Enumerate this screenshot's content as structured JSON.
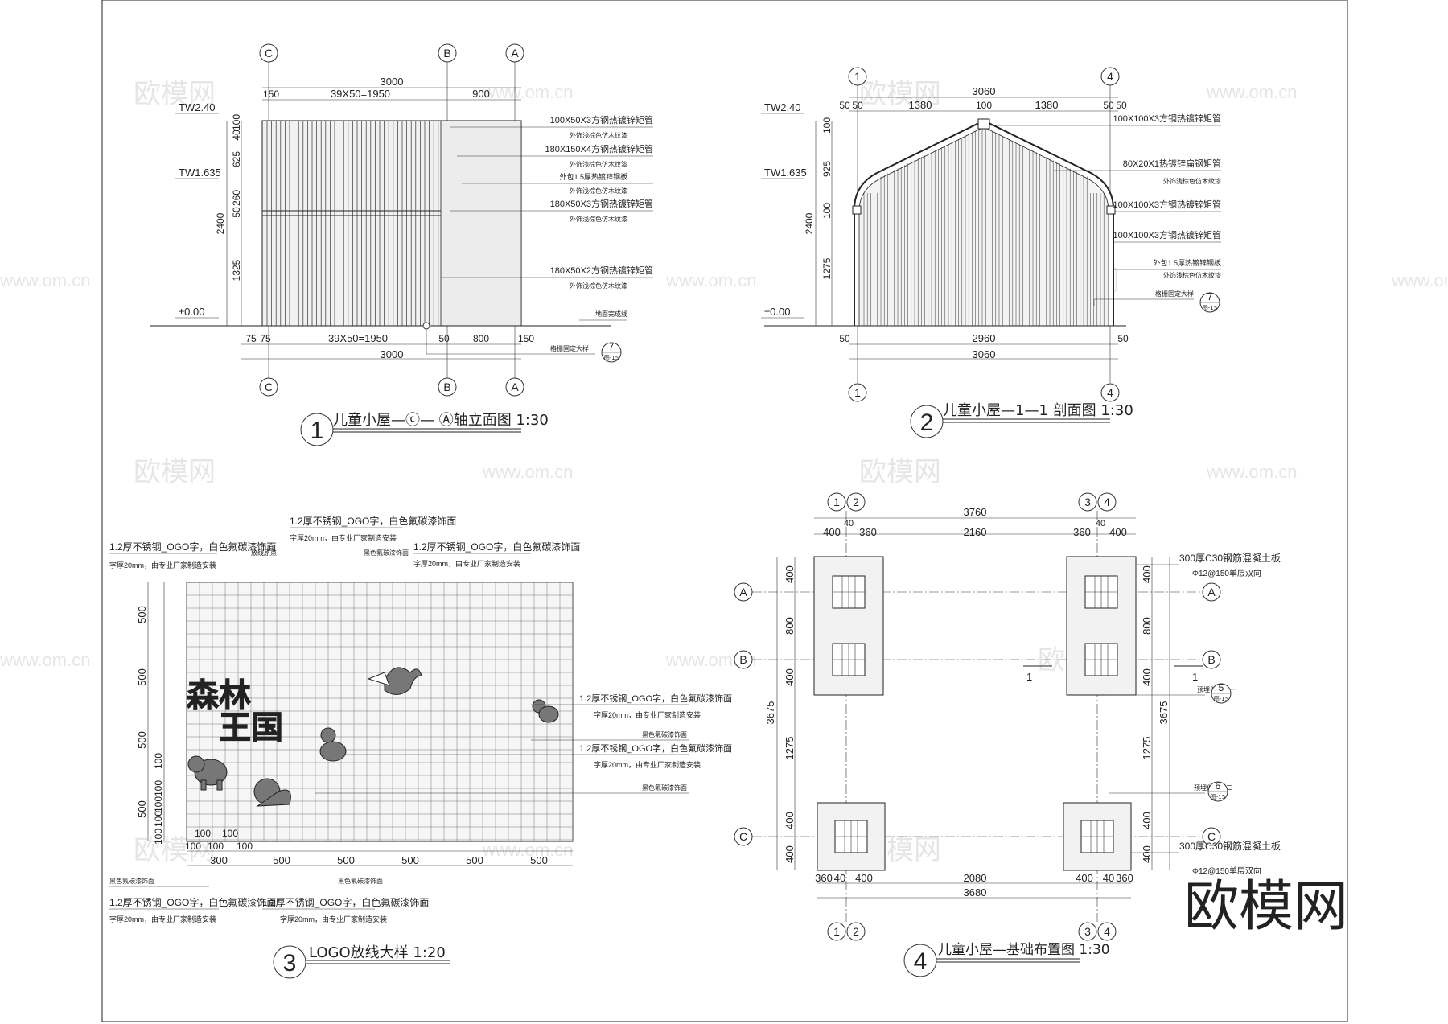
{
  "brand": {
    "logo_text": "欧模网",
    "watermark_url": "www.om.cn",
    "watermark_text": "欧模网"
  },
  "drawing1": {
    "title": "儿童小屋—ⓒ— Ⓐ轴立面图 1:30",
    "number": "1",
    "axes": [
      "C",
      "B",
      "A"
    ],
    "levels": [
      "TW2.40",
      "TW1.635",
      "±0.00"
    ],
    "top_dims": {
      "overall": "3000",
      "d1": "150",
      "d2": "39X50=1950",
      "d3": "900"
    },
    "bottom_dims": {
      "overall": "3000",
      "d1": "75",
      "d2": "75",
      "d3": "39X50=1950",
      "d4": "50",
      "d5": "800",
      "d6": "150"
    },
    "left_dims": {
      "d1": "100",
      "d2": "40",
      "d3": "625",
      "d4": "260",
      "d5": "50",
      "d6": "1325",
      "total": "2400"
    },
    "callouts": [
      {
        "main": "100X50X3方钢热镀锌矩管",
        "sub": "外饰浅棕色仿木纹漆"
      },
      {
        "main": "180X150X4方钢热镀锌矩管",
        "sub": "外饰浅棕色仿木纹漆"
      },
      {
        "main": "外包1.5厚热镀锌钢板",
        "sub": "外饰浅棕色仿木纹漆"
      },
      {
        "main": "180X50X3方钢热镀锌矩管",
        "sub": "外饰浅棕色仿木纹漆"
      },
      {
        "main": "180X50X2方钢热镀锌矩管",
        "sub": "外饰浅棕色仿木纹漆"
      }
    ],
    "ground_note": "地面完成线",
    "detail_note": "格栅固定大样",
    "detail_ref": {
      "num": "7",
      "sheet": "图-15"
    }
  },
  "drawing2": {
    "title": "儿童小屋—1—1 剖面图 1:30",
    "number": "2",
    "axes": [
      "1",
      "4"
    ],
    "levels": [
      "TW2.40",
      "TW1.635",
      "±0.00"
    ],
    "top_dims": {
      "overall": "3060",
      "d1": "50",
      "d2": "50",
      "d3": "1380",
      "d4": "100",
      "d5": "1380",
      "d6": "50",
      "d7": "50"
    },
    "bottom_dims": {
      "overall": "3060",
      "d1": "50",
      "d2": "2960",
      "d3": "50"
    },
    "left_dims": {
      "d1": "100",
      "d2": "925",
      "d3": "100",
      "d4": "1275",
      "total": "2400"
    },
    "callouts": [
      {
        "main": "100X100X3方钢热镀锌矩管",
        "sub": ""
      },
      {
        "main": "80X20X1热镀锌扁钢矩管",
        "sub": "外饰浅棕色仿木纹漆"
      },
      {
        "main": "100X100X3方钢热镀锌矩管",
        "sub": ""
      },
      {
        "main": "100X100X3方钢热镀锌矩管",
        "sub": ""
      },
      {
        "main": "外包1.5厚热镀锌钢板",
        "sub": "外饰浅棕色仿木纹漆"
      }
    ],
    "detail_note": "格栅固定大样",
    "detail_ref": {
      "num": "7",
      "sheet": "图-15"
    }
  },
  "drawing3": {
    "title": "LOGO放线大样 1:20",
    "number": "3",
    "logo_line1": "森林",
    "logo_line2": "王国",
    "left_dims": [
      "500",
      "500",
      "500",
      "100",
      "100",
      "100",
      "100",
      "500",
      "100"
    ],
    "bottom_dims": {
      "a": "100",
      "b": "100",
      "c": "100",
      "d": "300",
      "e": "500",
      "f": "500",
      "g": "500",
      "h": "500",
      "i": "500",
      "j": "100",
      "k": "100"
    },
    "label_main": "1.2厚不锈钢_OGO字，白色氟碳漆饰面",
    "label_sub": "字厚20mm，由专业厂家制造安装",
    "label_black": "黑色氟碳漆饰面",
    "label_origin": "放线原点"
  },
  "drawing4": {
    "title": "儿童小屋—基础布置图 1:30",
    "number": "4",
    "axes_top": [
      "1",
      "2",
      "3",
      "4"
    ],
    "axes_side": [
      "A",
      "B",
      "C"
    ],
    "top_dims": {
      "overall": "3760",
      "d1": "40",
      "d2": "400",
      "d3": "360",
      "d4": "2160",
      "d5": "360",
      "d6": "400",
      "d7": "40"
    },
    "bottom_dims": {
      "overall": "3680",
      "d1": "360",
      "d2": "40",
      "d3": "400",
      "d4": "2080",
      "d5": "400",
      "d6": "40",
      "d7": "360"
    },
    "left_dims": {
      "d1": "400",
      "d2": "800",
      "d3": "400",
      "d4": "1275",
      "d5": "400",
      "d6": "400",
      "total": "3675"
    },
    "right_dims": {
      "d1": "400",
      "d2": "800",
      "d3": "400",
      "d4": "1275",
      "d5": "400",
      "d6": "400",
      "total": "3675"
    },
    "section_mark": "1",
    "note_slab": "300厚C30钢筋混凝土板",
    "note_rebar": "Φ12@150单层双向",
    "note_embed1": "预埋件大样一",
    "note_embed2": "预埋件大样二",
    "ref5": {
      "num": "5",
      "sheet": "图-15"
    },
    "ref6": {
      "num": "6",
      "sheet": "图-15"
    }
  }
}
